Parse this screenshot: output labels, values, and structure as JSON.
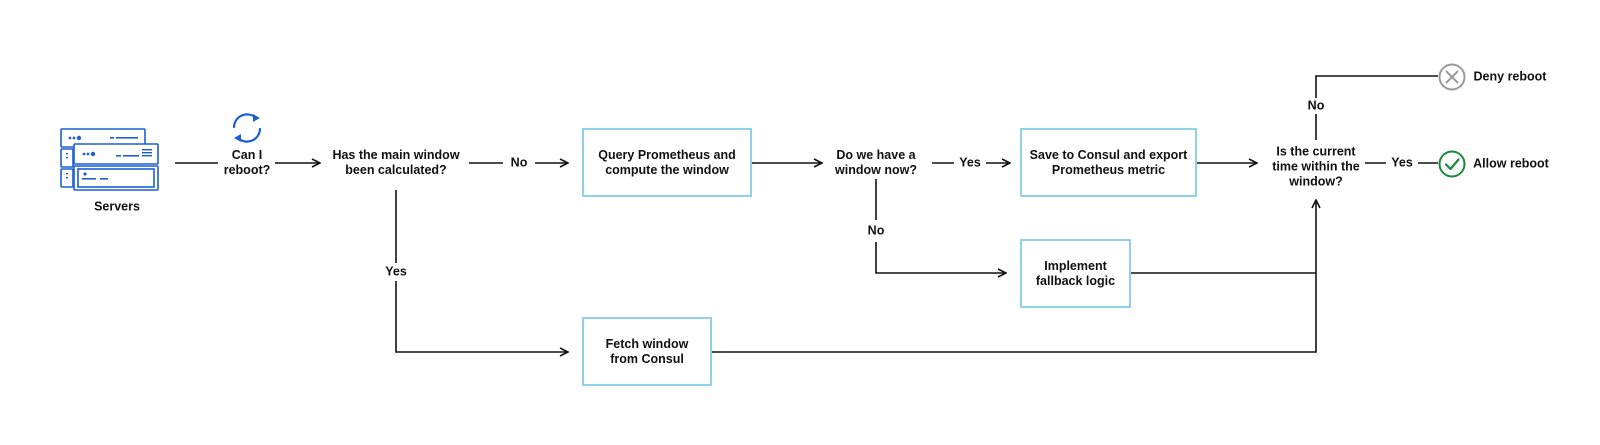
{
  "servers": {
    "label": "Servers"
  },
  "start_question": {
    "label": "Can I\nreboot?"
  },
  "nodes": {
    "main_window_decision": "Has the main window\nbeen calculated?",
    "query_prometheus": "Query Prometheus and\ncompute the window",
    "window_now_decision": "Do we have a\nwindow now?",
    "save_consul": "Save to Consul and export\nPrometheus metric",
    "fallback": "Implement\nfallback logic",
    "fetch_consul": "Fetch window\nfrom Consul",
    "time_window_decision": "Is the current\ntime within the\nwindow?"
  },
  "edge_labels": {
    "main_no": "No",
    "main_yes": "Yes",
    "window_yes": "Yes",
    "window_no": "No",
    "time_no": "No",
    "time_yes": "Yes"
  },
  "outcomes": {
    "deny": {
      "label": "Deny reboot",
      "icon": "x-circle-icon",
      "color": "#9a9a9a"
    },
    "allow": {
      "label": "Allow reboot",
      "icon": "check-circle-icon",
      "color": "#1a8a3a"
    }
  },
  "colors": {
    "box_border": "#8fd3e8",
    "server_blue": "#1c5fd4",
    "arrow": "#111111"
  }
}
